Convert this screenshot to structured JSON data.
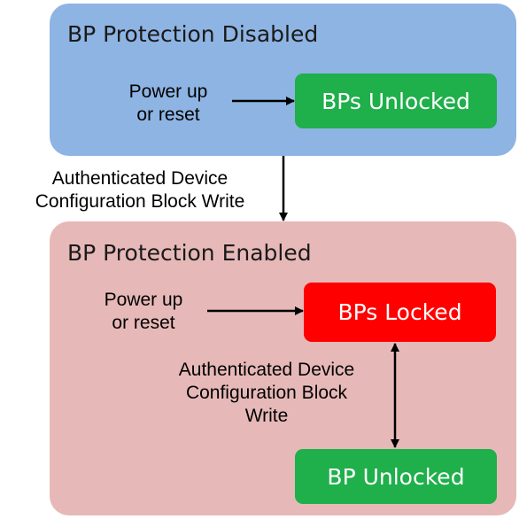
{
  "top_panel": {
    "title": "BP Protection Disabled",
    "trigger_label": [
      "Power up",
      "or reset"
    ],
    "state": "BPs Unlocked"
  },
  "transition": {
    "label": [
      "Authenticated Device",
      "Configuration Block Write"
    ]
  },
  "bottom_panel": {
    "title": "BP Protection Enabled",
    "trigger_label": [
      "Power up",
      "or reset"
    ],
    "locked_state": "BPs Locked",
    "toggle_label": [
      "Authenticated Device",
      "Configuration Block",
      "Write"
    ],
    "unlocked_state": "BP Unlocked"
  },
  "colors": {
    "disabled_panel": "#8eb4e3",
    "enabled_panel": "#e6b9b8",
    "unlocked_state": "#1faf4b",
    "locked_state": "#ff0000"
  }
}
